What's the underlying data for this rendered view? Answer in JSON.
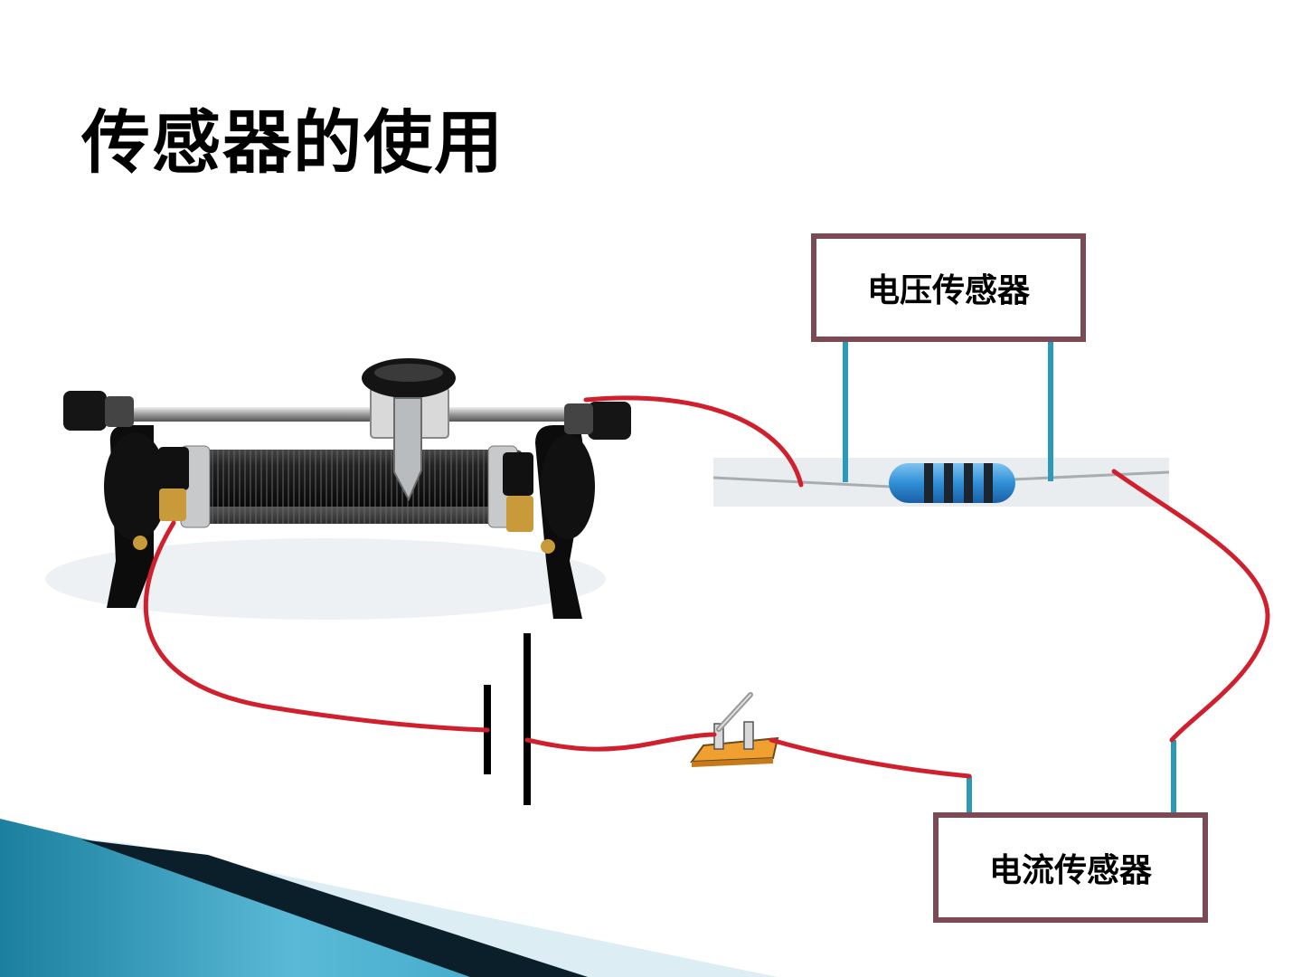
{
  "slide": {
    "title": "传感器的使用"
  },
  "diagram": {
    "voltage_sensor_label": "电压传感器",
    "current_sensor_label": "电流传感器",
    "components": [
      "rheostat-icon",
      "resistor-icon",
      "battery-icon",
      "knife-switch-icon"
    ],
    "colors": {
      "wire": "#d0202e",
      "probe": "#2a9ab8",
      "sensor_border": "#7a4a55",
      "footer_teal": "#1c8fb0",
      "footer_dark": "#0b1f2a"
    }
  }
}
